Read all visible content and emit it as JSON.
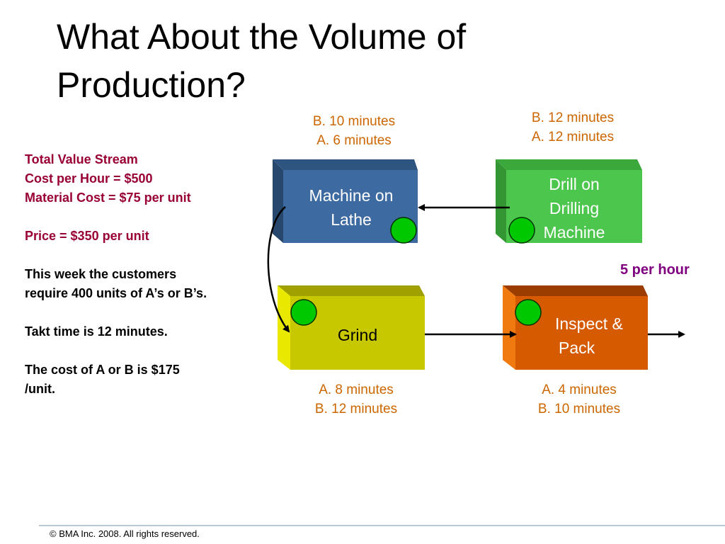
{
  "title": {
    "line1": "What About the Volume of",
    "line2": "Production?"
  },
  "info": {
    "line1": "Total Value Stream",
    "line2": "Cost per Hour = $500",
    "line3": "Material Cost = $75 per unit",
    "line4": "Price = $350 per unit",
    "line5": "This week the customers",
    "line6": "require 400 units of A’s or B’s.",
    "line7": "Takt time is 12  minutes.",
    "line8": "The cost of A or B is $175",
    "line9": "/unit."
  },
  "processes": {
    "lathe": {
      "label_line1": "Machine on",
      "label_line2": "Lathe",
      "time_line1": "B. 10 minutes",
      "time_line2": "A. 6 minutes",
      "color": "#3d6aa0"
    },
    "drill": {
      "label_line1": "Drill on",
      "label_line2": "Drilling",
      "label_line3": "Machine",
      "time_line1": "B. 12 minutes",
      "time_line2": "A. 12 minutes",
      "color": "#4dc64d"
    },
    "grind": {
      "label_line1": "Grind",
      "time_line1": "A. 8 minutes",
      "time_line2": "B. 12 minutes",
      "color": "#c8c800"
    },
    "inspect": {
      "label_line1": "Inspect &",
      "label_line2": "Pack",
      "time_line1": "A. 4 minutes",
      "time_line2": "B. 10 minutes",
      "color": "#d55a00"
    }
  },
  "rate": "5 per hour",
  "footer": "© BMA Inc.  2008.  All rights reserved."
}
